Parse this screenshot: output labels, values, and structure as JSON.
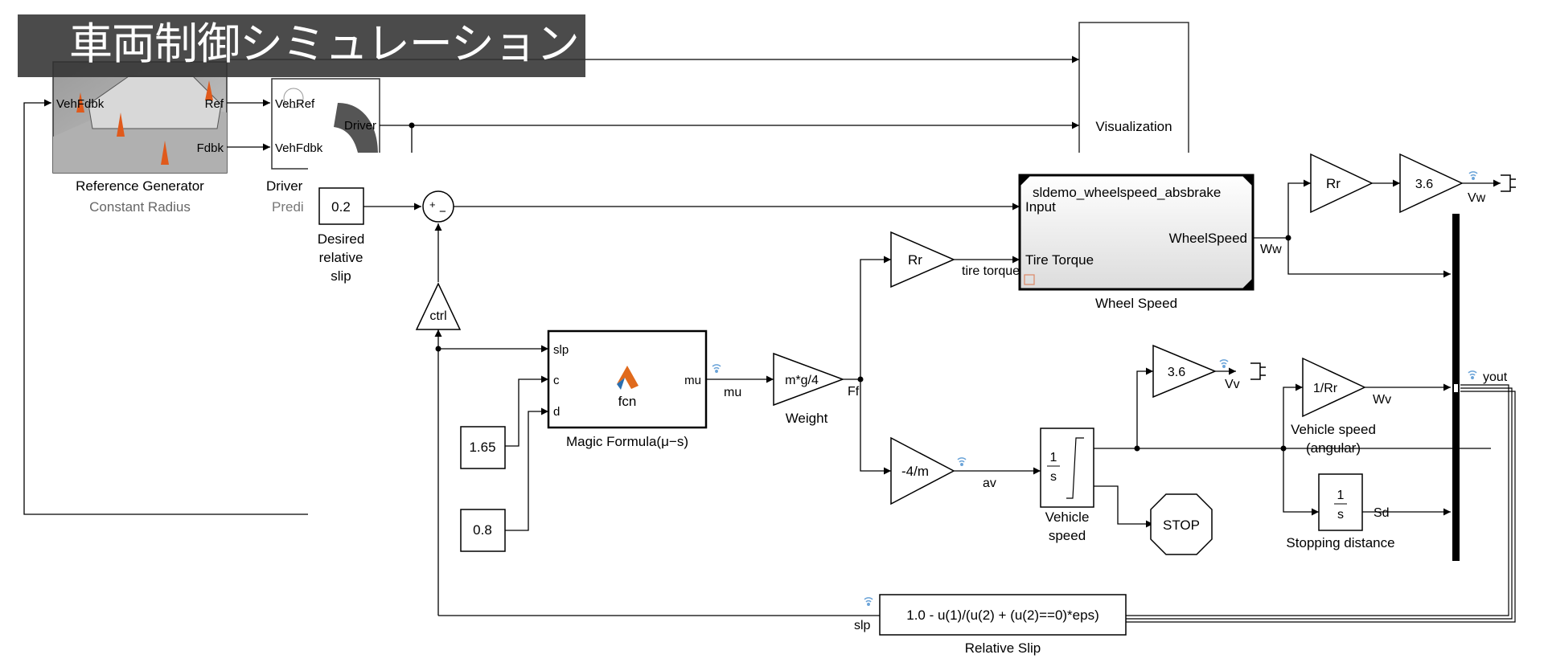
{
  "title": "車両制御シミュレーション",
  "background_model": {
    "reference_generator": {
      "name": "Reference Generator",
      "mode": "Constant Radius",
      "inport": "VehFdbk",
      "outports": [
        "Ref",
        "Fdbk"
      ]
    },
    "driver": {
      "name": "Driver",
      "mode": "Predi",
      "inports": [
        "VehRef",
        "VehFdbk"
      ],
      "outport": "Driver"
    },
    "visualization": {
      "name": "Visualization"
    }
  },
  "abs_model": {
    "desired_slip": {
      "value": "0.2",
      "label_lines": [
        "Desired",
        "relative",
        "slip"
      ]
    },
    "sum_signs": {
      "plus": "+",
      "minus": "−"
    },
    "ctrl_gain": "ctrl",
    "wheel_speed": {
      "name": "Wheel Speed",
      "model_ref": "sldemo_wheelspeed_absbrake",
      "inports": [
        "Input",
        "Tire Torque"
      ],
      "outport": "WheelSpeed"
    },
    "magic_formula": {
      "name": "Magic Formula(μ−s)",
      "inports": [
        "slp",
        "c",
        "d"
      ],
      "outport": "mu",
      "center": "fcn"
    },
    "const_c": "1.65",
    "const_d": "0.8",
    "weight": {
      "gain": "m*g/4",
      "name": "Weight"
    },
    "rr_gain_torque": "Rr",
    "rr_gain_out": "Rr",
    "kmh_gain_vw": "3.6",
    "kmh_gain_vv": "3.6",
    "decel_gain": "-4/m",
    "inv_rr": "1/Rr",
    "integrator_vehicle": {
      "num": "1",
      "den": "s",
      "name_lines": [
        "Vehicle",
        "speed"
      ]
    },
    "integrator_stop": {
      "num": "1",
      "den": "s",
      "name": "Stopping distance"
    },
    "stop_block": "STOP",
    "vehicle_angular_lines": [
      "Vehicle speed",
      "(angular)"
    ],
    "relative_slip": {
      "expr": "1.0 - u(1)/(u(2) + (u(2)==0)*eps)",
      "name": "Relative Slip"
    },
    "signals": {
      "mu": "mu",
      "ff": "Ff",
      "tire_torque": "tire torque",
      "ww": "Ww",
      "vw": "Vw",
      "vv": "Vv",
      "wv": "Wv",
      "av": "av",
      "sd": "Sd",
      "slp": "slp",
      "yout": "yout"
    }
  }
}
